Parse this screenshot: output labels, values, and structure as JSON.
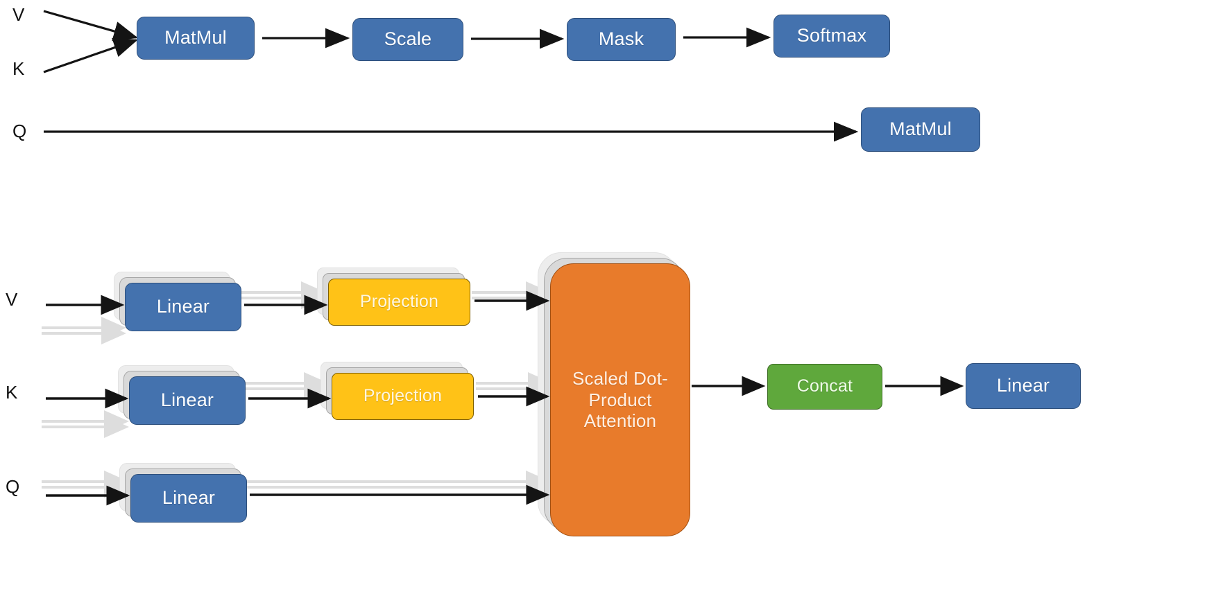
{
  "figure": {
    "title": "Scaled Dot-Product Attention and Multi-Head Attention block diagram",
    "background": "#FFFFFF",
    "palette": {
      "blue": "#4472AE",
      "blue_border": "#2D4F7C",
      "yellow": "#FFC217",
      "yellow_border": "#806000",
      "green": "#5FA83C",
      "green_border": "#3B6B24",
      "orange": "#E87B2B",
      "orange_border": "#A24F10",
      "arrow": "#1A1A1A",
      "ghost_arrow": "#D4D4D4",
      "stack_back": "#EDEDED",
      "stack_front": "#D9D9D9"
    }
  },
  "top_diagram": {
    "name": "scaled-dot-product-attention",
    "inputs": [
      {
        "id": "v",
        "label": "V"
      },
      {
        "id": "k",
        "label": "K"
      },
      {
        "id": "q",
        "label": "Q"
      }
    ],
    "nodes": [
      {
        "id": "matmul1",
        "label": "MatMul",
        "color": "blue"
      },
      {
        "id": "scale",
        "label": "Scale",
        "color": "blue"
      },
      {
        "id": "mask",
        "label": "Mask",
        "color": "blue"
      },
      {
        "id": "softmax",
        "label": "Softmax",
        "color": "blue"
      },
      {
        "id": "matmul2",
        "label": "MatMul",
        "color": "blue"
      }
    ],
    "edges": [
      {
        "from": "v",
        "to": "matmul1"
      },
      {
        "from": "k",
        "to": "matmul1"
      },
      {
        "from": "matmul1",
        "to": "scale"
      },
      {
        "from": "scale",
        "to": "mask"
      },
      {
        "from": "mask",
        "to": "softmax"
      },
      {
        "from": "q",
        "to": "matmul2"
      }
    ]
  },
  "bottom_diagram": {
    "name": "multi-head-attention",
    "inputs": [
      {
        "id": "v2",
        "label": "V"
      },
      {
        "id": "k2",
        "label": "K"
      },
      {
        "id": "q2",
        "label": "Q"
      }
    ],
    "nodes": [
      {
        "id": "linear_v",
        "label": "Linear",
        "color": "blue",
        "stacked": true
      },
      {
        "id": "linear_k",
        "label": "Linear",
        "color": "blue",
        "stacked": true
      },
      {
        "id": "linear_q",
        "label": "Linear",
        "color": "blue",
        "stacked": true
      },
      {
        "id": "projection_v",
        "label": "Projection",
        "color": "yellow",
        "stacked": true
      },
      {
        "id": "projection_k",
        "label": "Projection",
        "color": "yellow",
        "stacked": true
      },
      {
        "id": "attention",
        "label": "Scaled Dot-Product Attention",
        "color": "orange",
        "stacked": true
      },
      {
        "id": "concat",
        "label": "Concat",
        "color": "green",
        "stacked": false
      },
      {
        "id": "linear_out",
        "label": "Linear",
        "color": "blue",
        "stacked": false
      }
    ],
    "attention_label_lines": [
      "Scaled Dot-",
      "Product",
      "Attention"
    ],
    "edges": [
      {
        "from": "v2",
        "to": "linear_v"
      },
      {
        "from": "k2",
        "to": "linear_k"
      },
      {
        "from": "q2",
        "to": "linear_q"
      },
      {
        "from": "linear_v",
        "to": "projection_v"
      },
      {
        "from": "linear_k",
        "to": "projection_k"
      },
      {
        "from": "projection_v",
        "to": "attention"
      },
      {
        "from": "projection_k",
        "to": "attention"
      },
      {
        "from": "linear_q",
        "to": "attention"
      },
      {
        "from": "attention",
        "to": "concat"
      },
      {
        "from": "concat",
        "to": "linear_out"
      }
    ]
  }
}
